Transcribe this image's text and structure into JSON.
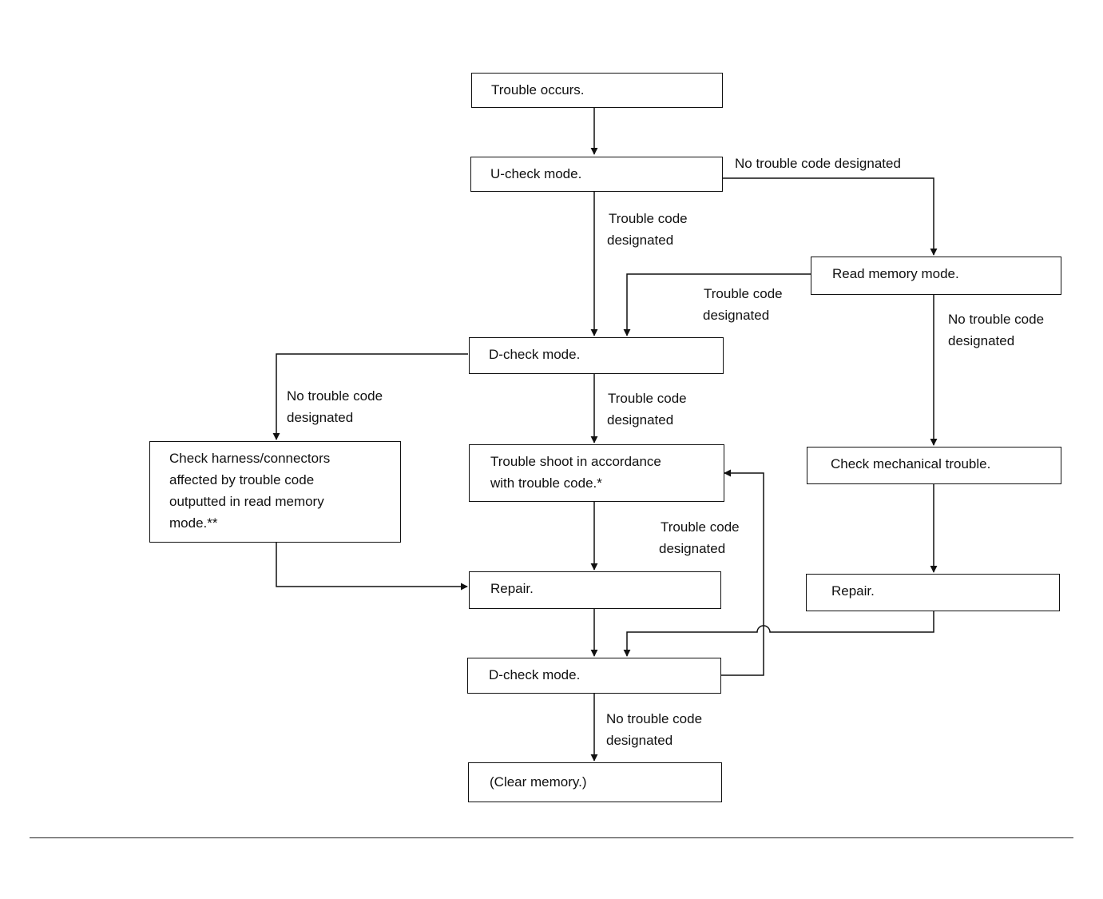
{
  "nodes": {
    "trouble_occurs": "Trouble occurs.",
    "u_check": "U-check mode.",
    "read_memory": "Read memory mode.",
    "d_check_1": "D-check mode.",
    "check_harness": [
      "Check harness/connectors",
      "affected by trouble code",
      "outputted in read memory",
      "mode.**"
    ],
    "trouble_shoot": [
      "Trouble  shoot in accordance",
      "with trouble code.*"
    ],
    "check_mechanical": "Check mechanical trouble.",
    "repair_center": "Repair.",
    "repair_right": "Repair.",
    "d_check_2": "D-check mode.",
    "clear_memory": "(Clear memory.)"
  },
  "edge_labels": {
    "u_no_code": "No trouble code designated",
    "u_code": [
      "Trouble code",
      "designated"
    ],
    "rm_code": [
      "Trouble code",
      "designated"
    ],
    "rm_no_code": [
      "No trouble code",
      "designated"
    ],
    "d1_no_code": [
      "No trouble code",
      "designated"
    ],
    "d1_code": [
      "Trouble code",
      "designated"
    ],
    "d2_code": [
      "Trouble code",
      "designated"
    ],
    "d2_no_code": [
      "No trouble code",
      "designated"
    ]
  }
}
